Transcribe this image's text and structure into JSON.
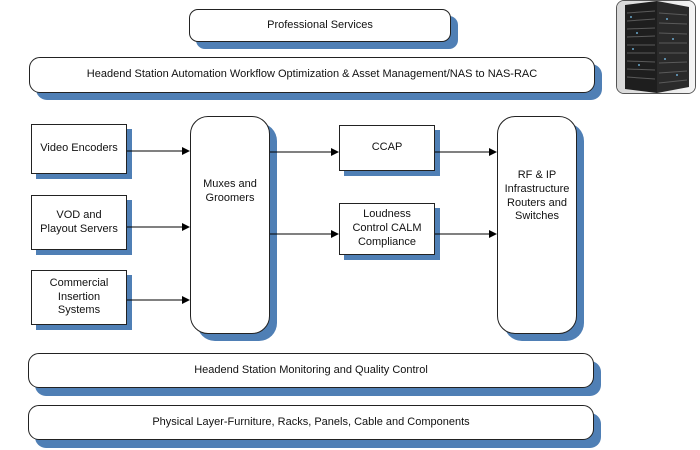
{
  "top": {
    "professional_services": "Professional Services",
    "automation": "Headend Station Automation Workflow Optimization & Asset Management/NAS to NAS-RAC"
  },
  "sources": [
    {
      "label": "Video Encoders"
    },
    {
      "label": "VOD and\nPlayout Servers"
    },
    {
      "label": "Commercial\nInsertion\nSystems"
    }
  ],
  "muxes": "Muxes and\nGroomers",
  "ccap": "CCAP",
  "loudness": "Loudness\nControl  CALM\nCompliance",
  "rf": "RF & IP\nInfrastructure\nRouters and\nSwitches",
  "bottom": {
    "monitoring": "Headend Station Monitoring and Quality Control",
    "physical": "Physical Layer-Furniture, Racks, Panels, Cable and Components"
  },
  "server_image": {
    "icon": "server-rack-icon"
  },
  "colors": {
    "shadow": "#4f7fb5",
    "border": "#222222"
  }
}
